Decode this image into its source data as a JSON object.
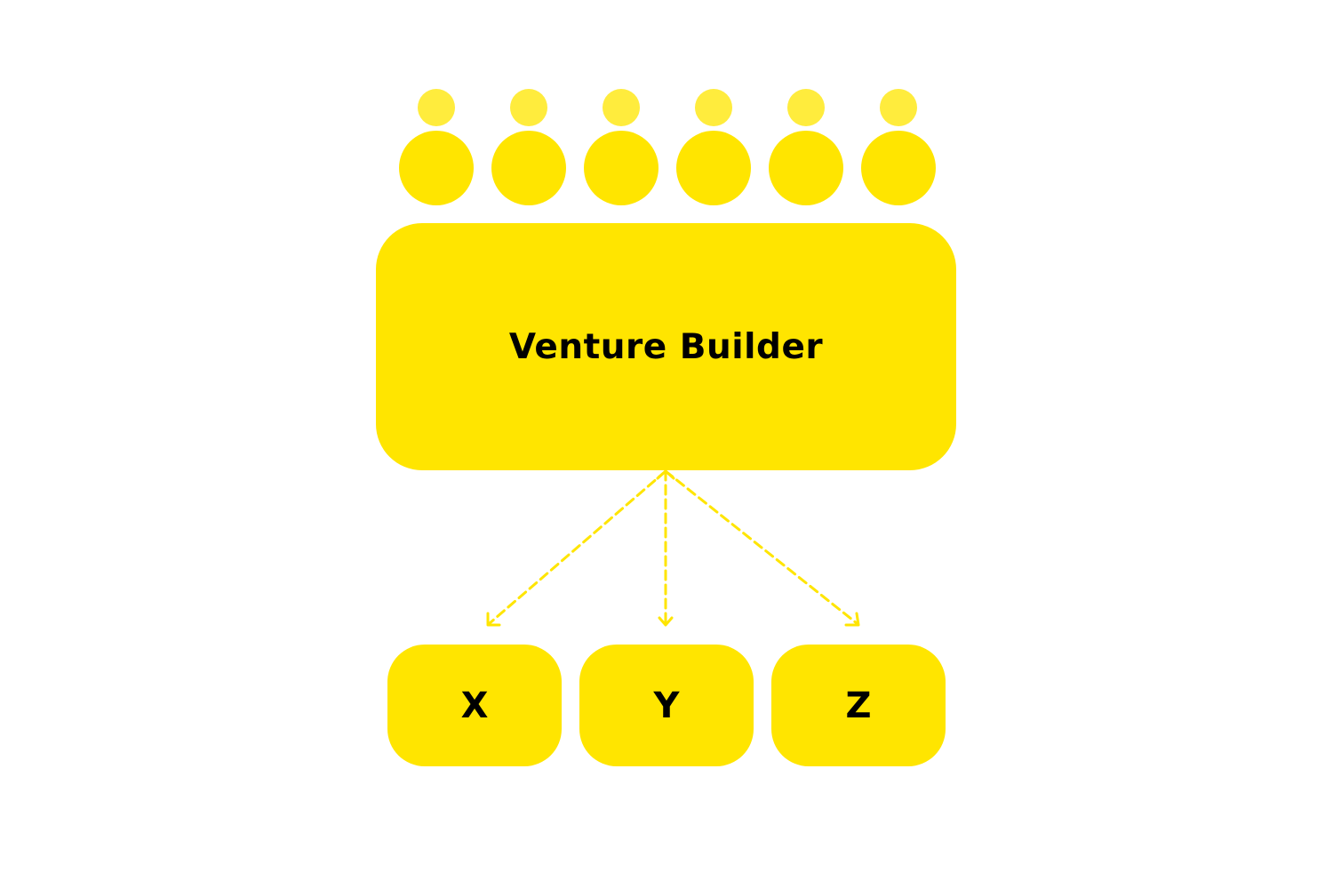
{
  "builder": {
    "label": "Venture Builder"
  },
  "people_count": 6,
  "ventures": [
    {
      "label": "X"
    },
    {
      "label": "Y"
    },
    {
      "label": "Z"
    }
  ],
  "colors": {
    "primary": "#FFE500",
    "head": "#FFEC3D",
    "text": "#000000",
    "background": "#FFFFFF"
  }
}
